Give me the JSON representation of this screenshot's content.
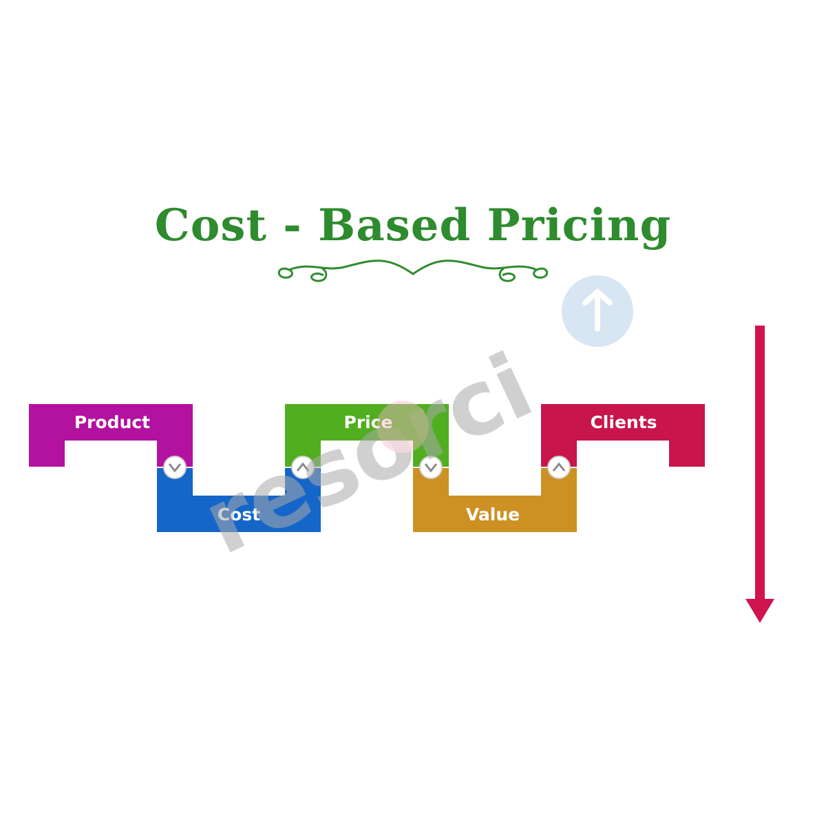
{
  "title": "Cost - Based Pricing",
  "watermark": "resorci",
  "flow": [
    {
      "label": "Product",
      "color": "#b3119f",
      "connector": "down"
    },
    {
      "label": "Cost",
      "color": "#1466c9",
      "connector": "up"
    },
    {
      "label": "Price",
      "color": "#50ae1f",
      "connector": "down"
    },
    {
      "label": "Value",
      "color": "#cd9022",
      "connector": "up"
    },
    {
      "label": "Clients",
      "color": "#c8154b",
      "connector": null
    }
  ],
  "arrow_color": "#d0144f",
  "ornament_color": "#2e8b2e"
}
